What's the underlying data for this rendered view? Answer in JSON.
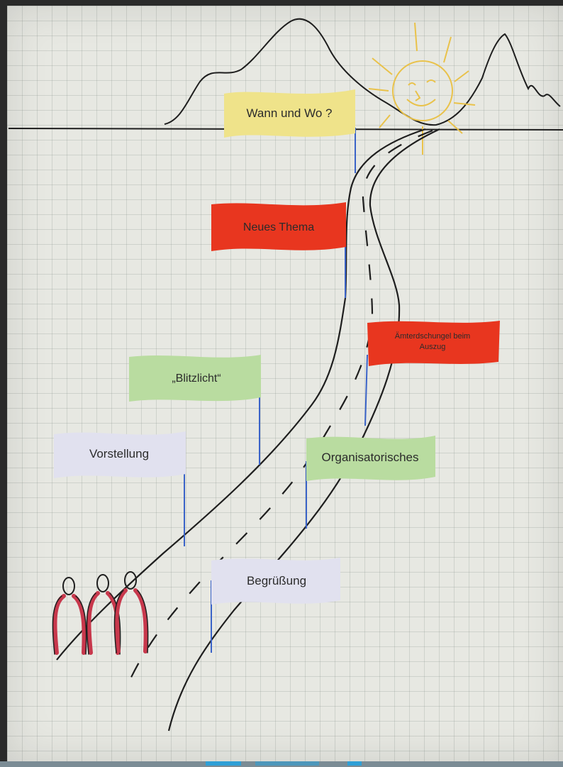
{
  "flags": {
    "wann_und_wo": "Wann und Wo ?",
    "neues_thema": "Neues Thema",
    "aemterdschungel": [
      "Ämterdschungel beim",
      "Auszug"
    ],
    "blitzlicht": "„Blitzlicht“",
    "vorstellung": "Vorstellung",
    "organisatorisches": "Organisatorisches",
    "begruessung": "Begrüßung"
  },
  "colors": {
    "yellow_flag": "#efe38a",
    "red_flag": "#e8361f",
    "green_flag": "#b9dca0",
    "lavender_flag": "#e1e1ef",
    "pole": "#3a63c8",
    "sun": "#e9c24a",
    "figures": "#c8384c"
  },
  "icons": [
    "mountain-range",
    "sun-face-icon",
    "winding-road",
    "three-people-figures"
  ]
}
